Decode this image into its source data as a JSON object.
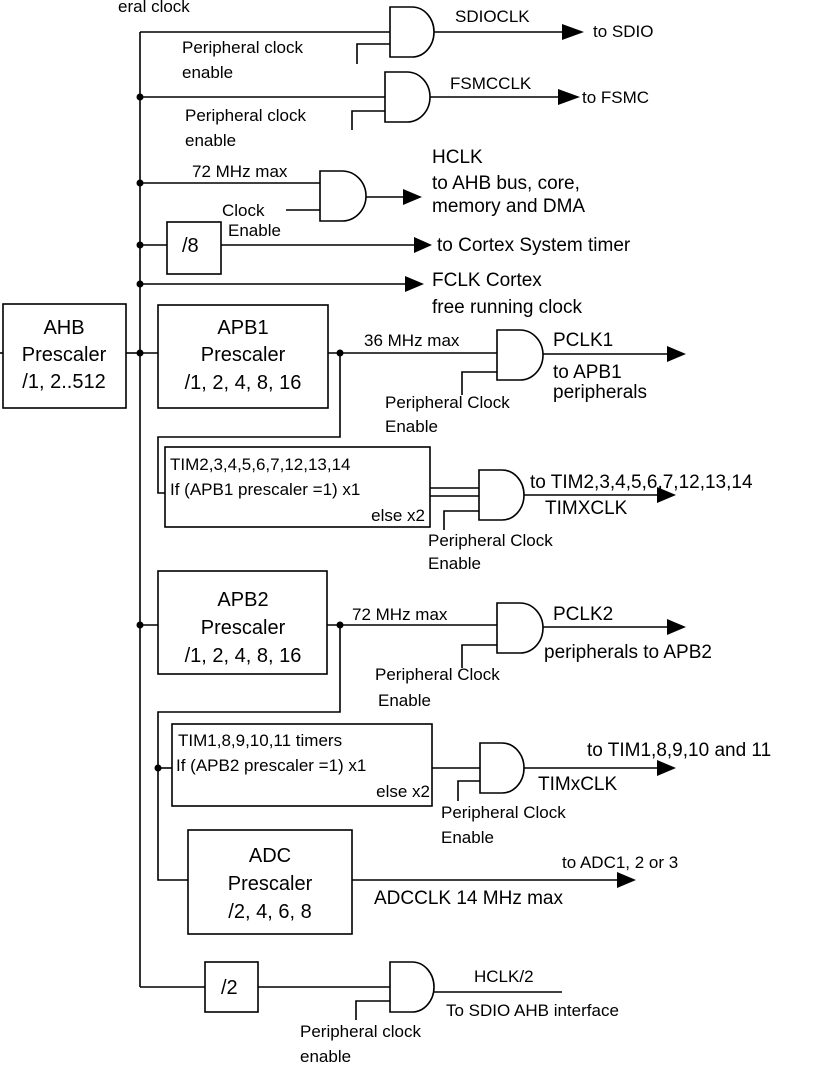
{
  "labels": {
    "sysclk_partial": "eral clock",
    "sdioclk": "SDIOCLK",
    "to_sdio": "to SDIO",
    "fsmcclk": "FSMCCLK",
    "to_fsmc": "to FSMC",
    "hclk_max": "72 MHz max",
    "hclk": "HCLK",
    "hclk_dest1": "to AHB bus, core,",
    "hclk_dest2": "memory and DMA",
    "clock": "Clock",
    "enable": "Enable",
    "div8": "/8",
    "to_systimer": "to Cortex System timer",
    "fclk1": "FCLK Cortex",
    "fclk2": "free running clock",
    "pclk1_max": "36 MHz max",
    "pclk1": "PCLK1",
    "pclk1_dest1": "to APB1",
    "pclk1_dest2": "peripherals",
    "tim_apb1_dest": "to TIM2,3,4,5,6,7,12,13,14",
    "timxclk_upper": "TIMXCLK",
    "pclk2_max": "72 MHz max",
    "pclk2": "PCLK2",
    "pclk2_dest": "peripherals to APB2",
    "tim_apb2_dest": "to TIM1,8,9,10 and 11",
    "timxclk_lower": "TIMxCLK",
    "adc_dest": "to ADC1, 2 or 3",
    "adcclk": "ADCCLK 14 MHz max",
    "div2": "/2",
    "hclk_half": "HCLK/2",
    "to_sdio_ahb": "To  SDIO AHB interface",
    "pcen_lc_1": "Peripheral clock",
    "pcen_lc_2": "enable",
    "pcen_uc_1": "Peripheral Clock",
    "pcen_uc_2": "Enable"
  },
  "blocks": {
    "ahb": [
      "AHB",
      "Prescaler",
      "/1, 2..512"
    ],
    "apb1": [
      "APB1",
      "Prescaler",
      "/1, 2, 4, 8, 16"
    ],
    "apb1_tim": [
      "TIM2,3,4,5,6,7,12,13,14",
      "If (APB1 prescaler =1) x1",
      "else  x2"
    ],
    "apb2": [
      "APB2",
      "Prescaler",
      "/1, 2, 4, 8, 16"
    ],
    "apb2_tim": [
      "TIM1,8,9,10,11  timers",
      "If (APB2 prescaler =1) x1",
      "else x2"
    ],
    "adc": [
      "ADC",
      "Prescaler",
      "/2, 4, 6, 8"
    ]
  }
}
